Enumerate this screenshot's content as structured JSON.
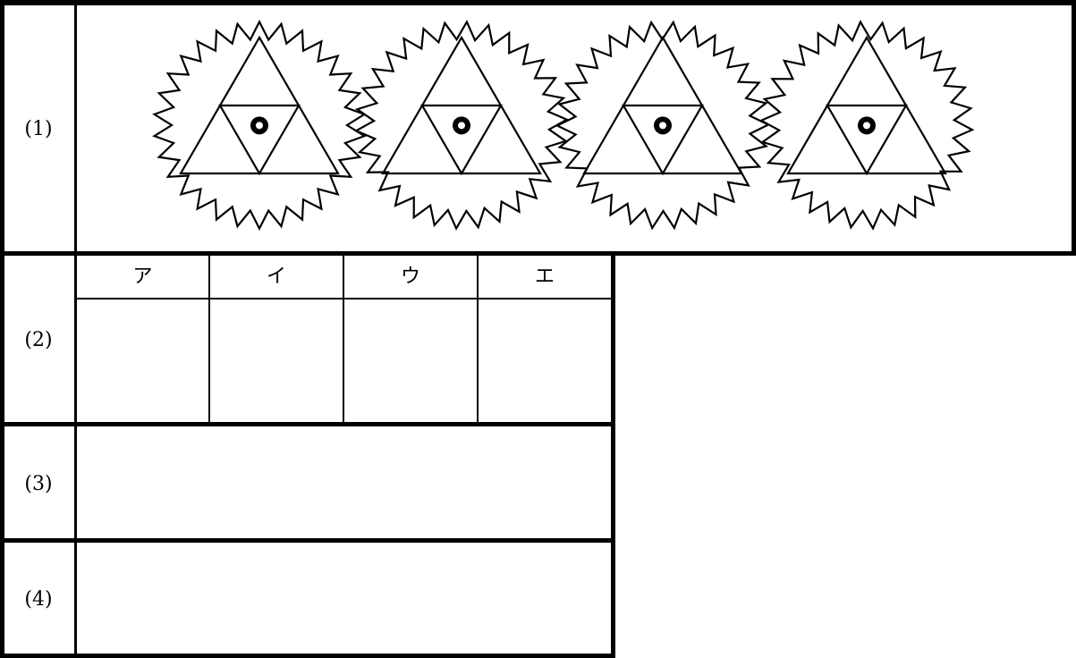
{
  "rows": [
    {
      "label": "(1)"
    },
    {
      "label": "(2)"
    },
    {
      "label": "(3)"
    },
    {
      "label": "(4)"
    }
  ],
  "choices": [
    "ア",
    "イ",
    "ウ",
    "エ"
  ],
  "figure": {
    "description_icon": "starburst-triangle-icon",
    "count": 4,
    "line_color": "#000000"
  }
}
